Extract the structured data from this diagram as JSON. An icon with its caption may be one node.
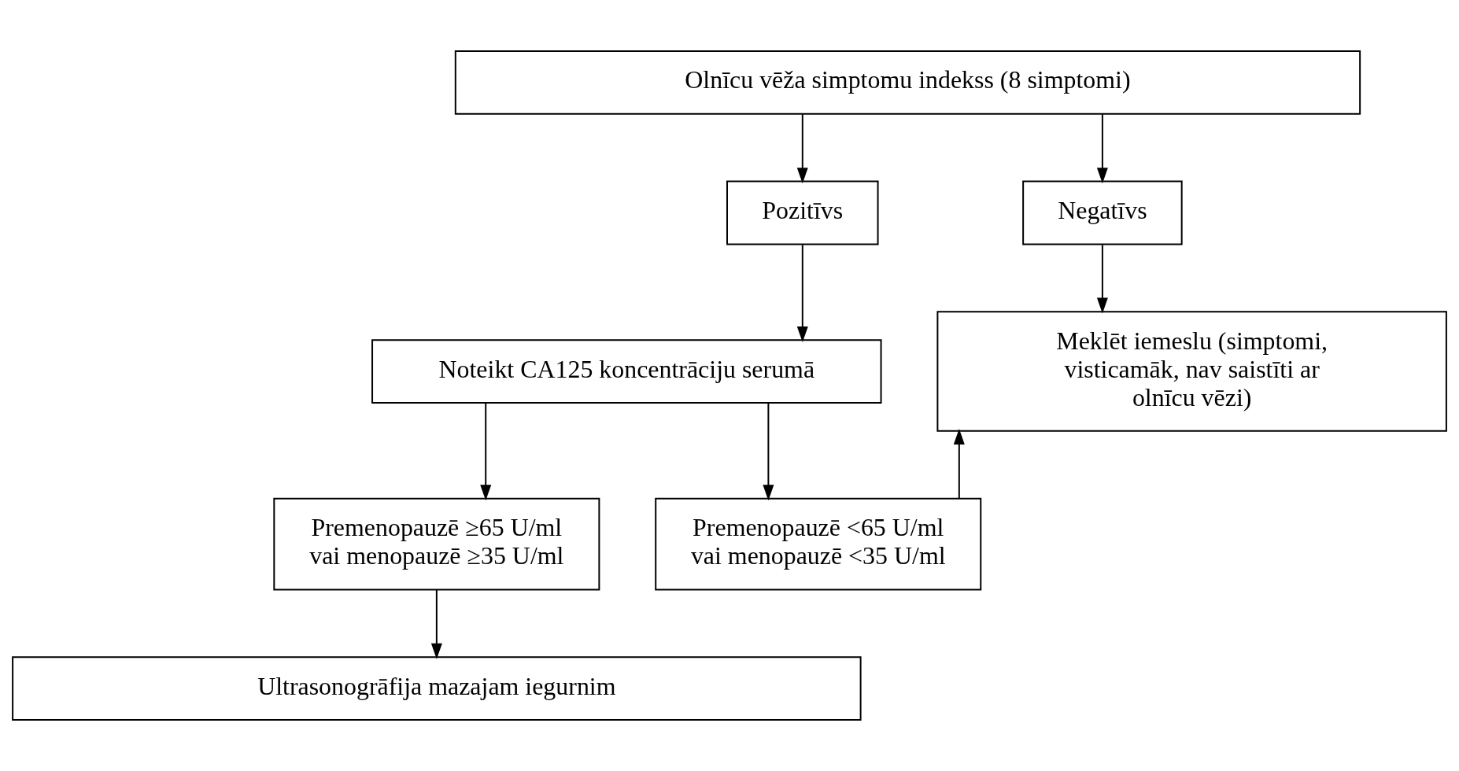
{
  "diagram": {
    "nodes": [
      {
        "text": [
          "Olnīcu vēža simptomu indekss (8 simptomi)"
        ]
      },
      {
        "text": [
          "Pozitīvs"
        ]
      },
      {
        "text": [
          "Negatīvs"
        ]
      },
      {
        "text": [
          "Noteikt CA125 koncentrāciju serumā"
        ]
      },
      {
        "text": [
          "Meklēt iemeslu (simptomi, visticamāk, nav saistīti ar olnīcu vēzi)"
        ]
      },
      {
        "text": [
          "Premenopauzē ≥65 U/ml vai menopauzē ≥35 U/ml"
        ]
      },
      {
        "text": [
          "Premenopauzē <65 U/ml vai menopauzē <35 U/ml"
        ]
      },
      {
        "text": [
          "Ultrasonogrāfija mazajam iegurnim"
        ]
      }
    ],
    "edges": [
      {
        "from": 0,
        "to": 1,
        "arrow": "to"
      },
      {
        "from": 0,
        "to": 2,
        "arrow": "to"
      },
      {
        "from": 1,
        "to": 3,
        "arrow": "to"
      },
      {
        "from": 2,
        "to": 4,
        "arrow": "to"
      },
      {
        "from": 3,
        "to": 5,
        "arrow": "to"
      },
      {
        "from": 3,
        "to": 6,
        "arrow": "to"
      },
      {
        "from": 6,
        "to": 4,
        "arrow": "to"
      },
      {
        "from": 5,
        "to": 7,
        "arrow": "to"
      }
    ]
  }
}
